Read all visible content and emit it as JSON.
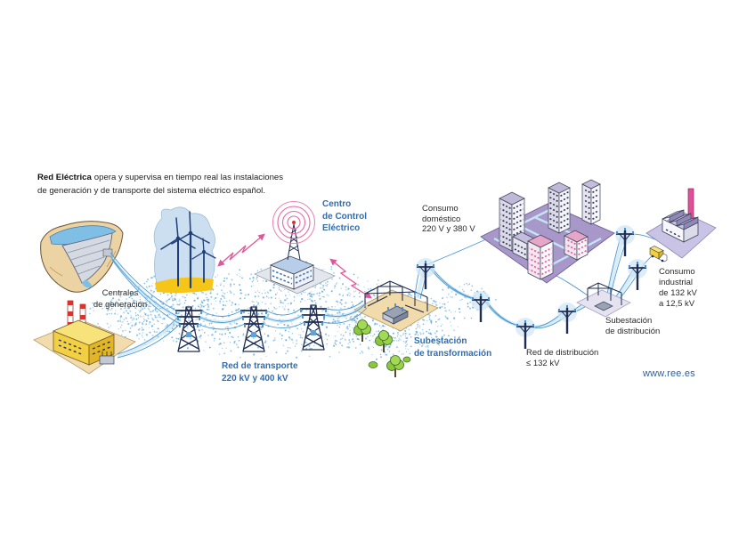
{
  "intro": {
    "brand": "Red Eléctrica",
    "line1_rest": "opera y supervisa en tiempo real las instalaciones",
    "line2": "de generación y de transporte del sistema eléctrico español."
  },
  "labels": {
    "control_center": [
      "Centro",
      "de Control",
      "Eléctrico"
    ],
    "domestic": [
      "Consumo",
      "doméstico",
      "220 V y 380 V"
    ],
    "generation": [
      "Centrales",
      "de generación"
    ],
    "transport": [
      "Red de transporte",
      "220 kV y 400 kV"
    ],
    "transformation": [
      "Subestación",
      "de transformación"
    ],
    "distribution_network": [
      "Red de distribución",
      "≤ 132 kV"
    ],
    "distribution_substation": [
      "Subestación",
      "de distribución"
    ],
    "industrial": [
      "Consumo",
      "industrial",
      "de 132 kV",
      "a 12,5 kV"
    ]
  },
  "website": "www.ree.es",
  "colors": {
    "label_blue": "#2f6db3",
    "signal_pink": "#e3559a",
    "line_blue": "#4b9ad1",
    "tower_navy": "#1f2d52",
    "city_platform": "#a897c9",
    "plant_yellow": "#f3cf44"
  },
  "icons": [
    "hydro-dam",
    "wind-turbine",
    "power-plant",
    "control-center",
    "radio-waves",
    "transmission-tower",
    "substation",
    "tree",
    "city-buildings",
    "distribution-pole",
    "factory",
    "truck"
  ]
}
